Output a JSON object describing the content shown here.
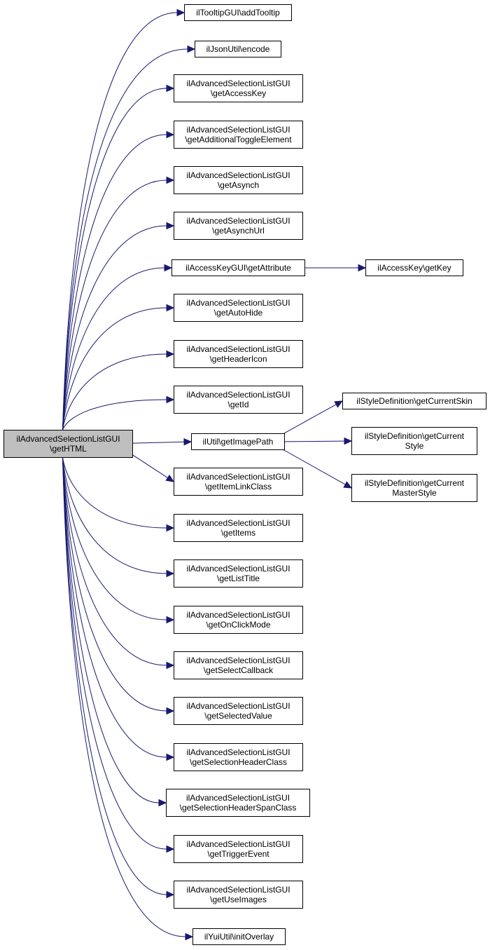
{
  "root": {
    "line1": "ilAdvancedSelectionListGUI",
    "line2": "\\getHTML"
  },
  "callees": [
    {
      "line1": "ilTooltipGUI\\addTooltip",
      "line2": ""
    },
    {
      "line1": "ilJsonUtil\\encode",
      "line2": ""
    },
    {
      "line1": "ilAdvancedSelectionListGUI",
      "line2": "\\getAccessKey"
    },
    {
      "line1": "ilAdvancedSelectionListGUI",
      "line2": "\\getAdditionalToggleElement"
    },
    {
      "line1": "ilAdvancedSelectionListGUI",
      "line2": "\\getAsynch"
    },
    {
      "line1": "ilAdvancedSelectionListGUI",
      "line2": "\\getAsynchUrl"
    },
    {
      "line1": "ilAccessKeyGUI\\getAttribute",
      "line2": ""
    },
    {
      "line1": "ilAdvancedSelectionListGUI",
      "line2": "\\getAutoHide"
    },
    {
      "line1": "ilAdvancedSelectionListGUI",
      "line2": "\\getHeaderIcon"
    },
    {
      "line1": "ilAdvancedSelectionListGUI",
      "line2": "\\getId"
    },
    {
      "line1": "ilUtil\\getImagePath",
      "line2": ""
    },
    {
      "line1": "ilAdvancedSelectionListGUI",
      "line2": "\\getItemLinkClass"
    },
    {
      "line1": "ilAdvancedSelectionListGUI",
      "line2": "\\getItems"
    },
    {
      "line1": "ilAdvancedSelectionListGUI",
      "line2": "\\getListTitle"
    },
    {
      "line1": "ilAdvancedSelectionListGUI",
      "line2": "\\getOnClickMode"
    },
    {
      "line1": "ilAdvancedSelectionListGUI",
      "line2": "\\getSelectCallback"
    },
    {
      "line1": "ilAdvancedSelectionListGUI",
      "line2": "\\getSelectedValue"
    },
    {
      "line1": "ilAdvancedSelectionListGUI",
      "line2": "\\getSelectionHeaderClass"
    },
    {
      "line1": "ilAdvancedSelectionListGUI",
      "line2": "\\getSelectionHeaderSpanClass"
    },
    {
      "line1": "ilAdvancedSelectionListGUI",
      "line2": "\\getTriggerEvent"
    },
    {
      "line1": "ilAdvancedSelectionListGUI",
      "line2": "\\getUseImages"
    },
    {
      "line1": "ilYuiUtil\\initOverlay",
      "line2": ""
    }
  ],
  "secondary": [
    {
      "line1": "ilAccessKey\\getKey",
      "line2": ""
    },
    {
      "line1": "ilStyleDefinition\\getCurrentSkin",
      "line2": ""
    },
    {
      "line1": "ilStyleDefinition\\getCurrent",
      "line2": "Style"
    },
    {
      "line1": "ilStyleDefinition\\getCurrent",
      "line2": "MasterStyle"
    }
  ],
  "colors": {
    "edge": "#191970",
    "root_fill": "#bfbfbf",
    "node_fill": "#ffffff",
    "node_border": "#000000"
  }
}
